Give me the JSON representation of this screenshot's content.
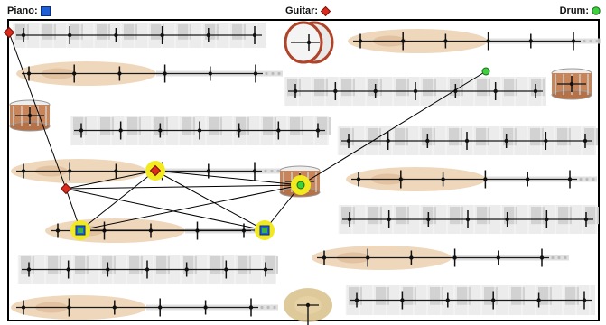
{
  "legend": {
    "piano": {
      "label": "Piano:",
      "color": "#1f5fd6",
      "marker": "square-icon"
    },
    "guitar": {
      "label": "Guitar:",
      "color": "#d92b1e",
      "marker": "diamond-icon"
    },
    "drum": {
      "label": "Drum:",
      "color": "#3fcf3f",
      "marker": "circle-icon"
    }
  },
  "colors": {
    "highlight": "#f2ea1e",
    "piano_key_light": "#e9e9e9",
    "piano_key_dark": "#cfcfcf",
    "guitar_body": "#e9c9a6",
    "drum_shell": "#c9855a",
    "cymbal": "#d8c08a",
    "edge": "#000000"
  }
}
